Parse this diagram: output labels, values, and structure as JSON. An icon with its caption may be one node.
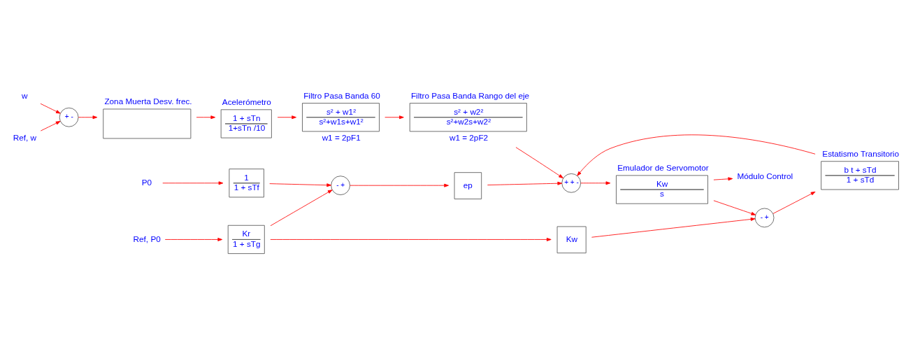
{
  "diagram": {
    "nodes": [
      {
        "text": [
          "w"
        ]
      },
      {
        "text": [
          "Ref, w"
        ]
      },
      {
        "text": [
          "+",
          "-"
        ]
      },
      {
        "text": [
          "Zona Muerta Desv. frec."
        ]
      },
      {
        "text": [
          "Acelerómetro",
          "1 + sTn",
          "1+sTn /10"
        ]
      },
      {
        "text": [
          "Filtro Pasa Banda 60",
          "s² + w1²",
          "s²+w1s+w1²"
        ],
        "beside": [
          "w1 = 2pF1"
        ]
      },
      {
        "text": [
          "Filtro Pasa Banda Rango del eje",
          "s² + w2²",
          "s²+w2s+w2²"
        ],
        "beside": [
          "w1 = 2pF2"
        ]
      },
      {
        "text": [
          "P0"
        ]
      },
      {
        "text": [
          "1",
          "1 + sTf"
        ]
      },
      {
        "text": [
          "-",
          "+"
        ]
      },
      {
        "text": [
          "ep"
        ]
      },
      {
        "text": [
          "+",
          "+",
          "-"
        ]
      },
      {
        "text": [
          "Emulador de Servomotor",
          "Kw",
          "s"
        ]
      },
      {
        "text": [
          "Módulo Control"
        ]
      },
      {
        "text": [
          "Ref, P0"
        ]
      },
      {
        "text": [
          "Kr",
          "1 + sTg"
        ]
      },
      {
        "text": [
          "Kw"
        ]
      },
      {
        "text": [
          "-",
          "+"
        ]
      },
      {
        "text": [
          "Estatismo Transitorio",
          "b t + sTd",
          "1 + sTd"
        ]
      }
    ],
    "edges": [
      {
        "from": 0,
        "to": 2,
        "arrow": "to"
      },
      {
        "from": 1,
        "to": 2,
        "arrow": "to"
      },
      {
        "from": 2,
        "to": 3,
        "arrow": "to"
      },
      {
        "from": 3,
        "to": 4,
        "arrow": "to"
      },
      {
        "from": 4,
        "to": 5,
        "arrow": "to"
      },
      {
        "from": 5,
        "to": 6,
        "arrow": "to"
      },
      {
        "from": 6,
        "to": 11,
        "arrow": "to"
      },
      {
        "from": 7,
        "to": 8,
        "arrow": "to"
      },
      {
        "from": 8,
        "to": 9,
        "arrow": "to"
      },
      {
        "from": 9,
        "to": 10,
        "arrow": "to"
      },
      {
        "from": 10,
        "to": 11,
        "arrow": "to"
      },
      {
        "from": 11,
        "to": 12,
        "arrow": "to"
      },
      {
        "from": 12,
        "to": 13,
        "arrow": "to"
      },
      {
        "from": 12,
        "to": 17,
        "arrow": "to"
      },
      {
        "from": 14,
        "to": 15,
        "arrow": "to"
      },
      {
        "from": 15,
        "to": 9,
        "arrow": "to"
      },
      {
        "from": 15,
        "to": 16,
        "arrow": "to"
      },
      {
        "from": 16,
        "to": 17,
        "arrow": "to"
      },
      {
        "from": 17,
        "to": 18,
        "arrow": "to"
      },
      {
        "from": 18,
        "to": 11,
        "arrow": "to"
      }
    ]
  }
}
